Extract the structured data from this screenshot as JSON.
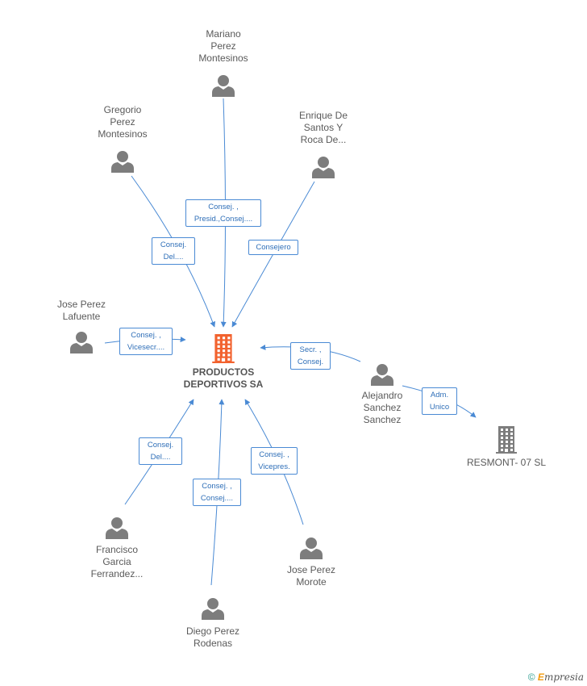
{
  "colors": {
    "edge": "#4a8ad4",
    "person_icon": "#7d7d7d",
    "company_main": "#f2622e",
    "company_other": "#7d7d7d",
    "label_border": "#4a8ad4",
    "label_text": "#2f6fb8"
  },
  "nodes": [
    {
      "id": "main",
      "type": "company-main",
      "name": "PRODUCTOS\nDEPORTIVOS SA"
    },
    {
      "id": "mariano",
      "type": "person",
      "name": "Mariano\nPerez\nMontesinos"
    },
    {
      "id": "gregorio",
      "type": "person",
      "name": "Gregorio\nPerez\nMontesinos"
    },
    {
      "id": "enrique",
      "type": "person",
      "name": "Enrique De\nSantos Y\nRoca De..."
    },
    {
      "id": "jose_lafuente",
      "type": "person",
      "name": "Jose Perez\nLafuente"
    },
    {
      "id": "alejandro",
      "type": "person",
      "name": "Alejandro\nSanchez\nSanchez"
    },
    {
      "id": "resmont",
      "type": "company",
      "name": "RESMONT- 07 SL"
    },
    {
      "id": "francisco",
      "type": "person",
      "name": "Francisco\nGarcia\nFerrandez..."
    },
    {
      "id": "diego",
      "type": "person",
      "name": "Diego Perez\nRodenas"
    },
    {
      "id": "jose_morote",
      "type": "person",
      "name": "Jose Perez\nMorote"
    }
  ],
  "edges": [
    {
      "from": "mariano",
      "to": "main",
      "label": "Consej. ,\nPresid.,Consej...."
    },
    {
      "from": "gregorio",
      "to": "main",
      "label": "Consej.\nDel...."
    },
    {
      "from": "enrique",
      "to": "main",
      "label": "Consejero"
    },
    {
      "from": "jose_lafuente",
      "to": "main",
      "label": "Consej. ,\nVicesecr...."
    },
    {
      "from": "alejandro",
      "to": "main",
      "label": "Secr. ,\nConsej."
    },
    {
      "from": "alejandro",
      "to": "resmont",
      "label": "Adm.\nUnico"
    },
    {
      "from": "francisco",
      "to": "main",
      "label": "Consej.\nDel...."
    },
    {
      "from": "diego",
      "to": "main",
      "label": "Consej. ,\nConsej...."
    },
    {
      "from": "jose_morote",
      "to": "main",
      "label": "Consej. ,\nVicepres."
    }
  ],
  "footer": {
    "copyright": "©",
    "brand_initial": "E",
    "brand_rest": "mpresia"
  }
}
